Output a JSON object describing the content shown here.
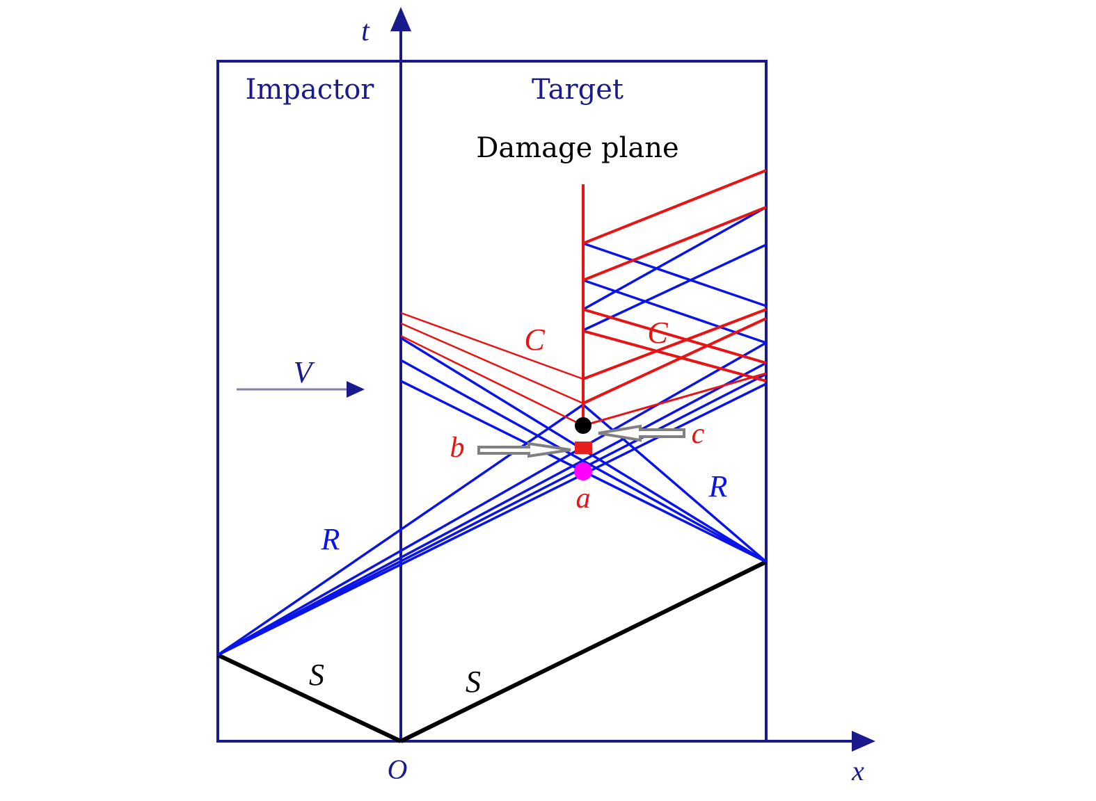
{
  "axes": {
    "t_label": "t",
    "x_label": "x",
    "origin_label": "O"
  },
  "regions": {
    "impactor": "Impactor",
    "target": "Target"
  },
  "damage_plane_label": "Damage plane",
  "wave_labels": {
    "compression_left": "C",
    "compression_right": "C",
    "rarefaction_right": "R",
    "rarefaction_left": "R",
    "shock_left": "S",
    "shock_right": "S"
  },
  "velocity_label": "V",
  "points": {
    "a": "a",
    "b": "b",
    "c": "c"
  },
  "colors": {
    "frame": "#1a1a8c",
    "rarefaction": "#0a14e6",
    "compression": "#e61414",
    "shock": "#000000",
    "point_a": "#ff00ff",
    "point_b": "#e62020",
    "point_c": "#000000",
    "arrow": "#808080"
  }
}
